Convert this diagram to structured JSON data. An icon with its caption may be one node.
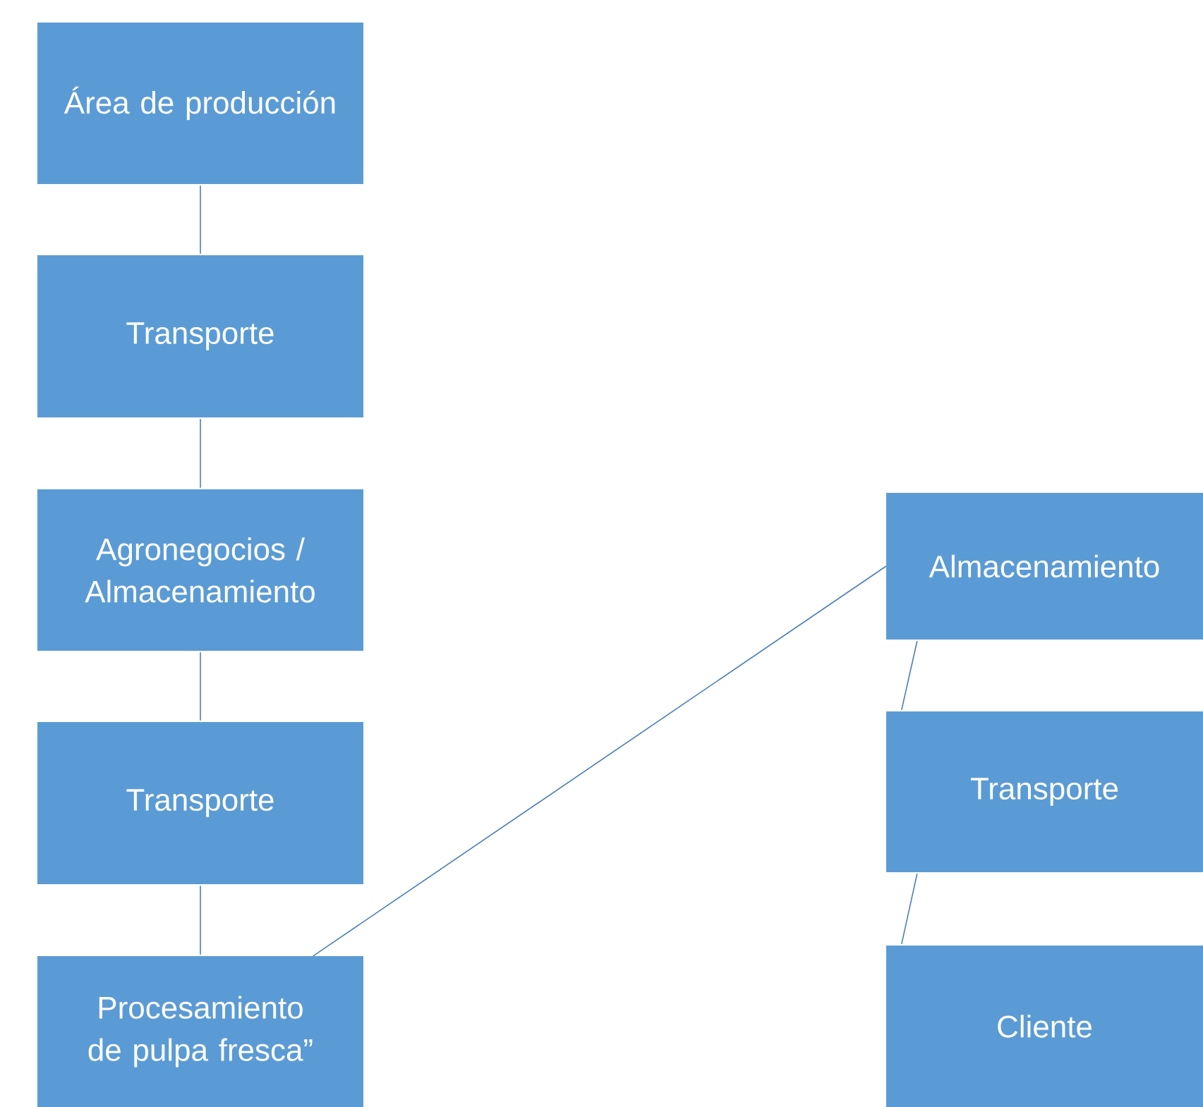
{
  "diagram": {
    "nodes": [
      {
        "text": [
          "Área de producción"
        ]
      },
      {
        "text": [
          "Transporte"
        ]
      },
      {
        "text": [
          "Agronegocios / Almacenamiento"
        ]
      },
      {
        "text": [
          "Transporte"
        ]
      },
      {
        "text": [
          "Procesamiento de pulpa fresca”"
        ]
      },
      {
        "text": [
          "Almacenamiento"
        ]
      },
      {
        "text": [
          "Transporte"
        ]
      },
      {
        "text": [
          "Cliente"
        ]
      }
    ],
    "edges": [
      {
        "from": 0,
        "to": 1,
        "arrow": "none"
      },
      {
        "from": 1,
        "to": 2,
        "arrow": "none"
      },
      {
        "from": 2,
        "to": 3,
        "arrow": "none"
      },
      {
        "from": 3,
        "to": 4,
        "arrow": "none"
      },
      {
        "from": 4,
        "to": 5,
        "arrow": "none"
      },
      {
        "from": 5,
        "to": 6,
        "arrow": "none"
      },
      {
        "from": 6,
        "to": 7,
        "arrow": "none"
      }
    ]
  }
}
